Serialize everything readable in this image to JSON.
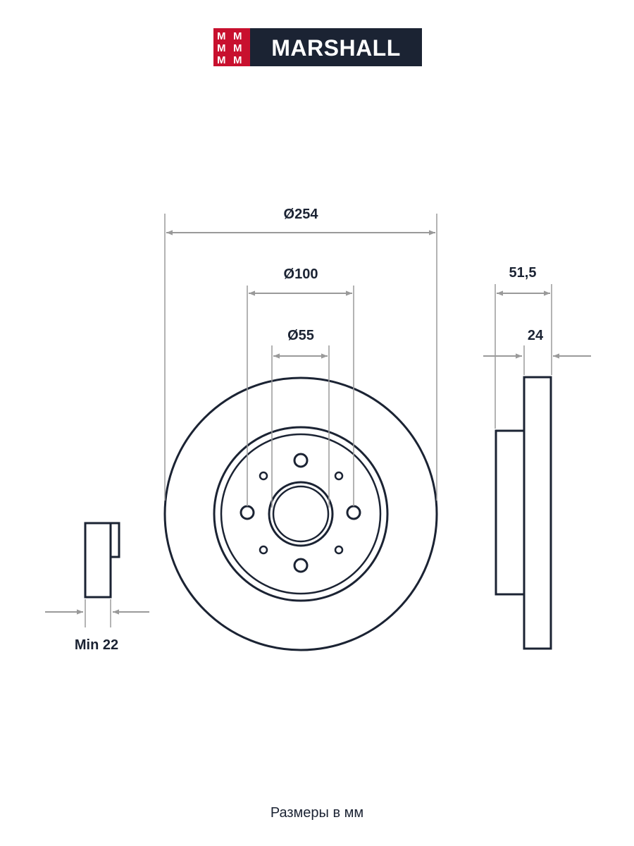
{
  "brand": {
    "name": "MARSHALL",
    "colors": {
      "red": "#c8102e",
      "navy": "#1b2333"
    }
  },
  "colors": {
    "outline": "#1b2333",
    "dimension": "#9a9a9a",
    "text": "#1b2333"
  },
  "dimensions": {
    "outer_diameter": "Ø254",
    "bolt_circle": "Ø100",
    "center_bore": "Ø55",
    "total_height": "51,5",
    "thickness": "24",
    "min_thickness": "Min 22"
  },
  "footer": {
    "note": "Размеры в мм"
  }
}
